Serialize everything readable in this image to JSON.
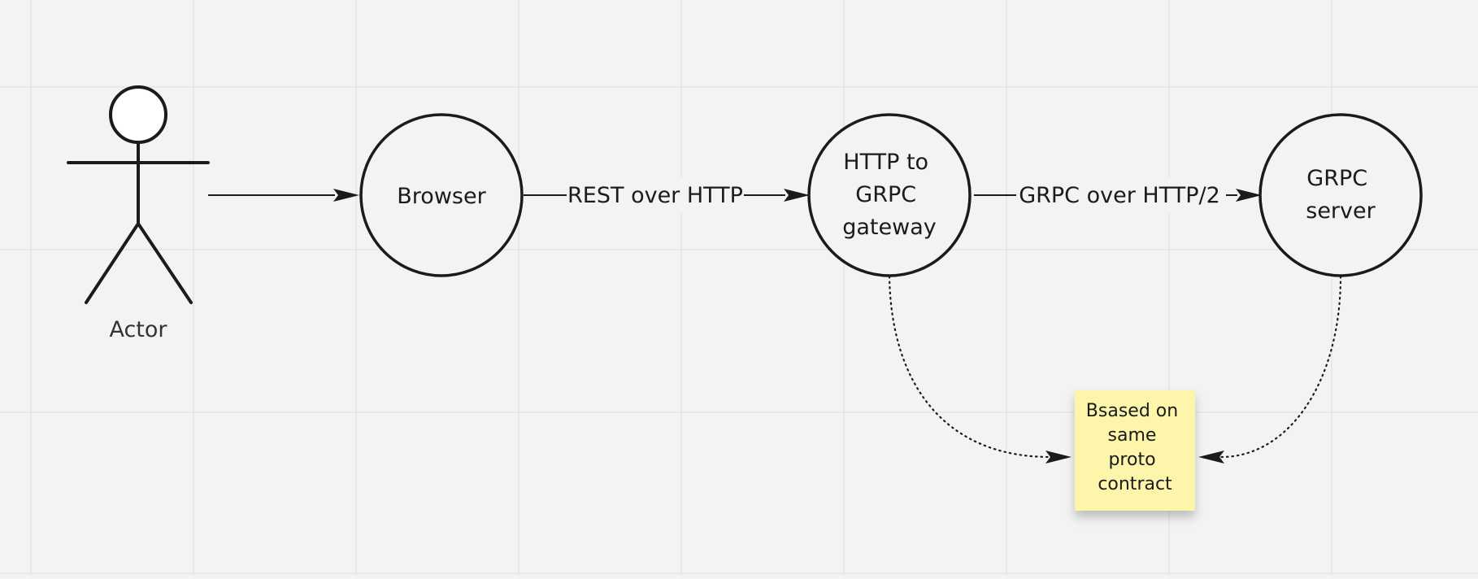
{
  "actor": {
    "label": "Actor"
  },
  "nodes": {
    "browser": {
      "lines": [
        "Browser"
      ]
    },
    "gateway": {
      "lines": [
        "HTTP to",
        "GRPC",
        "gateway"
      ]
    },
    "server": {
      "lines": [
        "GRPC",
        "server"
      ]
    }
  },
  "edges": {
    "browser_to_gateway": "REST over HTTP",
    "gateway_to_server": "GRPC over HTTP/2"
  },
  "note": {
    "lines": [
      "Bsased on",
      "same",
      "proto",
      "contract"
    ]
  },
  "colors": {
    "canvas": "#f3f3f3",
    "grid": "#e5e5e5",
    "stroke": "#1b1b1b",
    "note": "#fdf5aa"
  }
}
